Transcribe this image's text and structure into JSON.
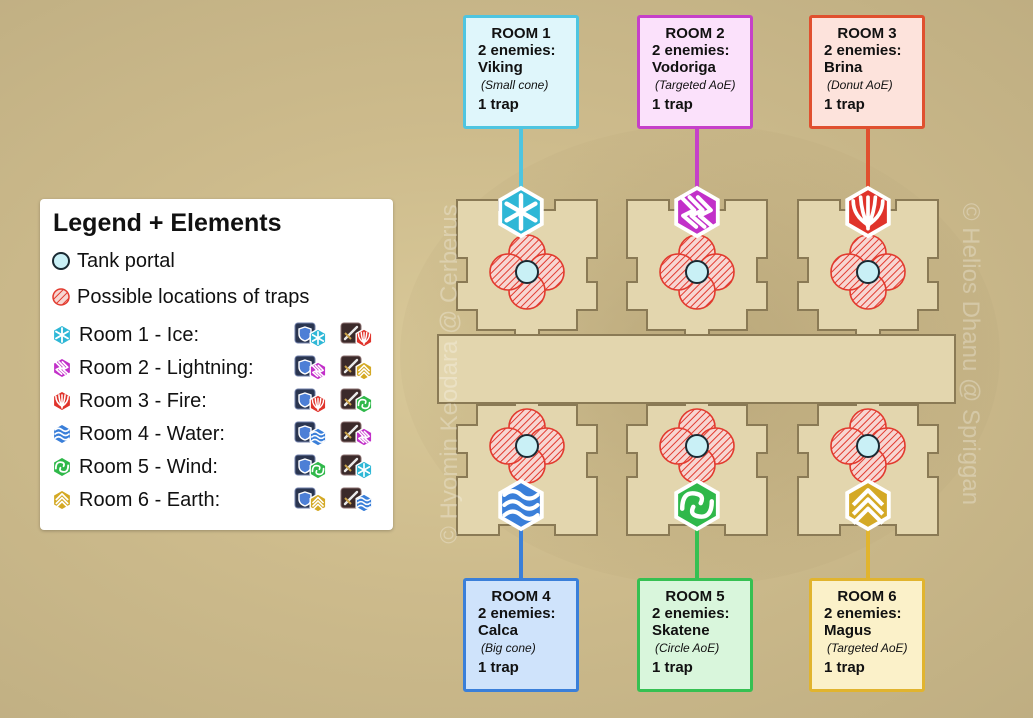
{
  "legend": {
    "title": "Legend + Elements",
    "tank_portal": "Tank portal",
    "traps": "Possible locations of traps",
    "rooms": [
      {
        "label": "Room 1 - Ice:",
        "element": "ice",
        "color": "#2eb7d6",
        "icon": "snowflake-icon",
        "weak": "ice",
        "strong": "fire"
      },
      {
        "label": "Room 2 - Lightning:",
        "element": "lightning",
        "color": "#c230c9",
        "icon": "lightning-icon",
        "weak": "lightning",
        "strong": "earth"
      },
      {
        "label": "Room 3 - Fire:",
        "element": "fire",
        "color": "#e0332b",
        "icon": "flame-icon",
        "weak": "fire",
        "strong": "wind"
      },
      {
        "label": "Room 4 - Water:",
        "element": "water",
        "color": "#3a7fd9",
        "icon": "water-icon",
        "weak": "water",
        "strong": "lightning"
      },
      {
        "label": "Room 5 - Wind:",
        "element": "wind",
        "color": "#2fb84a",
        "icon": "wind-icon",
        "weak": "wind",
        "strong": "ice"
      },
      {
        "label": "Room 6 - Earth:",
        "element": "earth",
        "color": "#d4a925",
        "icon": "earth-icon",
        "weak": "earth",
        "strong": "water"
      }
    ]
  },
  "rooms": [
    {
      "title": "ROOM 1",
      "enemies": "2 enemies:",
      "name": "Viking",
      "attack": "(Small cone)",
      "trap": "1 trap",
      "border": "#4fc5e0",
      "fill": "#dff6fb",
      "icon_color": "#2eb7d6",
      "icon": "snowflake-icon"
    },
    {
      "title": "ROOM 2",
      "enemies": "2 enemies:",
      "name": "Vodoriga",
      "attack": "(Targeted AoE)",
      "trap": "1 trap",
      "border": "#c640c9",
      "fill": "#fbe1fb",
      "icon_color": "#c230c9",
      "icon": "lightning-icon"
    },
    {
      "title": "ROOM 3",
      "enemies": "2 enemies:",
      "name": "Brina",
      "attack": "(Donut AoE)",
      "trap": "1 trap",
      "border": "#e0502f",
      "fill": "#fde3dc",
      "icon_color": "#e0332b",
      "icon": "flame-icon"
    },
    {
      "title": "ROOM 4",
      "enemies": "2 enemies:",
      "name": "Calca",
      "attack": "(Big cone)",
      "trap": "1 trap",
      "border": "#3a7fd9",
      "fill": "#cfe3fb",
      "icon_color": "#3a7fd9",
      "icon": "water-icon"
    },
    {
      "title": "ROOM 5",
      "enemies": "2 enemies:",
      "name": "Skatene",
      "attack": "(Circle AoE)",
      "trap": "1 trap",
      "border": "#36c052",
      "fill": "#d9f6dc",
      "icon_color": "#2fb84a",
      "icon": "wind-icon"
    },
    {
      "title": "ROOM 6",
      "enemies": "2 enemies:",
      "name": "Magus",
      "attack": "(Targeted AoE)",
      "trap": "1 trap",
      "border": "#e1b42e",
      "fill": "#fbf1c9",
      "icon_color": "#d4a925",
      "icon": "earth-icon"
    }
  ],
  "watermarks": {
    "left": "© Hyomin Keodara @ Cerberus",
    "right": "© Helios Dhanu @ Spriggan"
  }
}
